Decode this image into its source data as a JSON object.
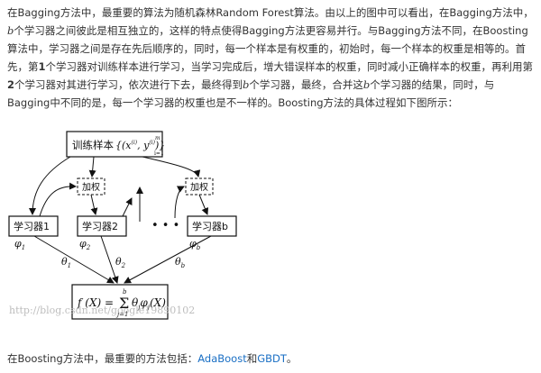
{
  "paragraph": {
    "t1": "在Bagging方法中，最重要的算法为随机森林Random Forest算法。由以上的图中可以看出，在Bagging方法中，",
    "var_b": "b",
    "t2": "个学习器之间彼此是相互独立的，这样的特点使得Bagging方法更容易并行。与Bagging方法不同，在Boosting算法中，学习器之间是存在先后顺序的，同时，每一个样本是有权重的，初始时，每一个样本的权重是相等的。首先，第",
    "num1": "1",
    "t3": "个学习器对训练样本进行学习，当学习完成后，增大错误样本的权重，同时减小正确样本的权重，再利用第",
    "num2": "2",
    "t4": "个学习器对其进行学习，依次进行下去，最终得到",
    "t5": "个学习器，最终，合并这",
    "t6": "个学习器的结果，同时，与Bagging中不同的是，每一个学习器的权重也是不一样的。Boosting方法的具体过程如下图所示："
  },
  "figure": {
    "samples_label": "训练样本",
    "samples_set": "{(x",
    "samples_sup": "(i)",
    "samples_mid": ", y",
    "samples_close": ")}",
    "samples_upper": "m",
    "samples_lower": "i=1",
    "weight_label": "加权",
    "learner1": "学习器1",
    "learner2": "学习器2",
    "learnerb": "学习器b",
    "dots": "• • •",
    "phi1": "φ",
    "phi1_sub": "1",
    "phi2": "φ",
    "phi2_sub": "2",
    "phib": "φ",
    "phib_sub": "b",
    "theta1": "θ",
    "theta1_sub": "1",
    "theta2": "θ",
    "theta2_sub": "2",
    "thetab": "θ",
    "thetab_sub": "b",
    "formula_left": "f (X) = ",
    "formula_sigma": "Σ",
    "formula_upper": "b",
    "formula_lower": "j=1",
    "formula_right": "θ",
    "formula_right_sub": "j",
    "formula_phi": "φ",
    "formula_phi_sub": "j",
    "formula_tail": "(X)",
    "watermark": "http://blog.csdn.net/google19890102"
  },
  "bottom": {
    "prefix": "在Boosting方法中，最重要的方法包括：",
    "link1": "AdaBoost",
    "and": "和",
    "link2": "GBDT",
    "suffix": "。"
  },
  "colors": {
    "link": "#1a6fc4",
    "text": "#333333",
    "watermark": "#bdbdbd"
  }
}
